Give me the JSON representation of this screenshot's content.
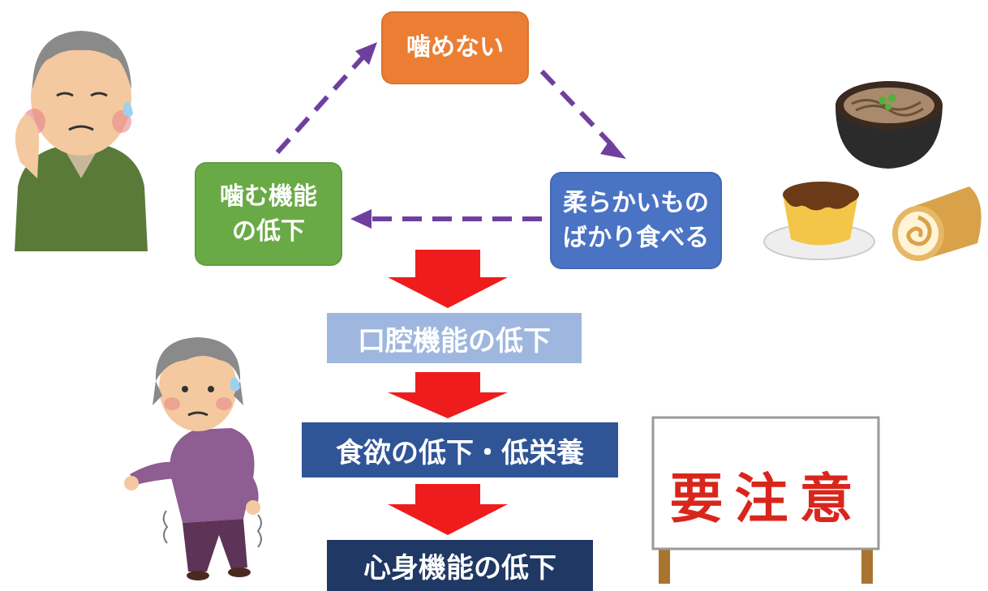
{
  "cycle": {
    "top": {
      "text": "噛めない",
      "color": "#ec7e34"
    },
    "right": {
      "text": "柔らかいもの\nばかり食べる",
      "color": "#4a73c4"
    },
    "left": {
      "text": "噛む機能\nの低下",
      "color": "#6aaa46"
    }
  },
  "flow": [
    {
      "text": "口腔機能の低下",
      "color": "#9fb7df"
    },
    {
      "text": "食欲の低下・低栄養",
      "color": "#2f5597"
    },
    {
      "text": "心身機能の低下",
      "color": "#1f3864"
    }
  ],
  "colors": {
    "dashed_arrow": "#6f3fa0",
    "down_arrow": "#ee1c1c"
  },
  "sign": {
    "text": "要注意"
  },
  "illustrations": [
    "worried-elderly-man",
    "noodle-bowl",
    "pudding",
    "roll-cake",
    "trembling-elderly-woman",
    "sign-board"
  ]
}
